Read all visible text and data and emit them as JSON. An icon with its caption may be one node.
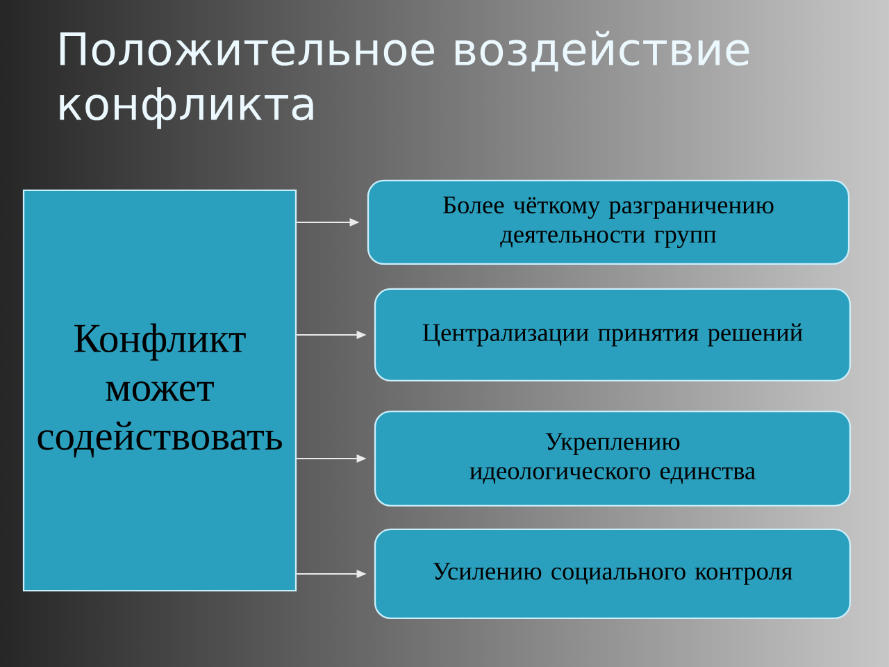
{
  "diagram": {
    "title": "Положительное воздействие конфликта",
    "nodes": [
      {
        "text": [
          "Конфликт может содействовать"
        ]
      },
      {
        "text": [
          "Более чёткому разграничению деятельности групп"
        ]
      },
      {
        "text": [
          "Централизации принятия решений"
        ]
      },
      {
        "text": [
          "Укреплению идеологического единства"
        ]
      },
      {
        "text": [
          "Усилению социального контроля"
        ]
      }
    ],
    "edges": [
      {
        "from": 0,
        "to": 1,
        "arrow": "to"
      },
      {
        "from": 0,
        "to": 2,
        "arrow": "to"
      },
      {
        "from": 0,
        "to": 3,
        "arrow": "to"
      },
      {
        "from": 0,
        "to": 4,
        "arrow": "to"
      }
    ]
  }
}
